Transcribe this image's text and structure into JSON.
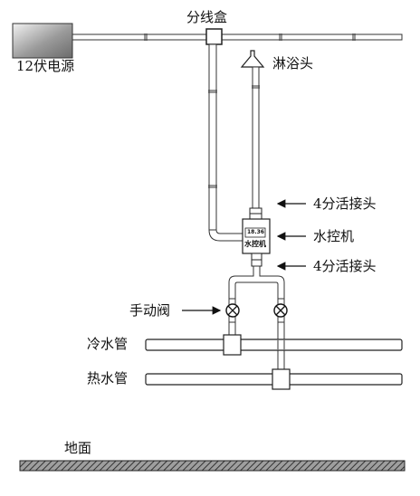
{
  "labels": {
    "power_supply": "12伏电源",
    "junction_box": "分线盒",
    "shower_head": "淋浴头",
    "union_top": "4分活接头",
    "water_controller": "水控机",
    "union_bottom": "4分活接头",
    "manual_valve": "手动阀",
    "cold_water_pipe": "冷水管",
    "hot_water_pipe": "热水管",
    "ground": "地面"
  },
  "controller_display": "18.36",
  "controller_label": "水控机"
}
